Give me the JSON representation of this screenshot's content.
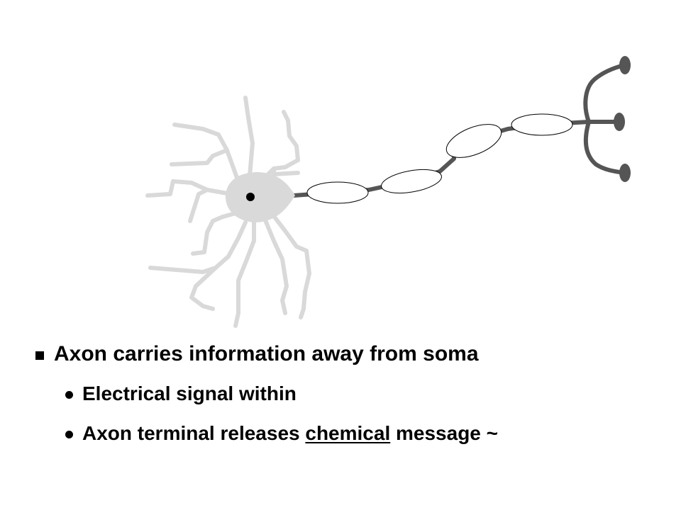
{
  "bullets": {
    "main": "Axon carries information away from soma",
    "sub1": "Electrical signal within",
    "sub2_before": "Axon terminal releases ",
    "sub2_emphasis": "chemical",
    "sub2_after": " message ~"
  },
  "colors": {
    "dendrite": "#d9d9d9",
    "soma": "#d9d9d9",
    "nucleus": "#000000",
    "axon": "#555555",
    "myelin_fill": "#ffffff",
    "myelin_stroke": "#000000",
    "terminal": "#555555"
  },
  "icons": {
    "level1_marker": "square-bullet-icon",
    "level2_marker": "dot-bullet-icon"
  }
}
